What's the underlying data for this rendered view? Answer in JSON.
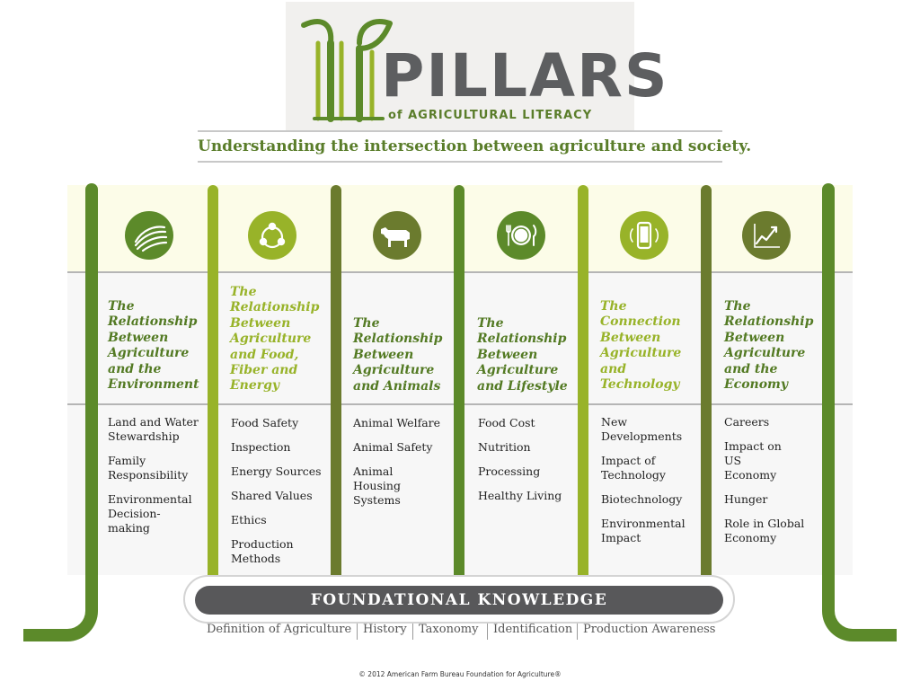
{
  "header": {
    "logo_title": "PILLARS",
    "logo_subtitle": "of AGRICULTURAL LITERACY",
    "tagline": "Understanding the intersection between agriculture and society."
  },
  "colors": {
    "dark_green": "#5c8a2a",
    "olive_green": "#6b7b2e",
    "lime_green": "#98b329",
    "text_green": "#537a23",
    "foundation_gray": "#58585a",
    "logo_gray": "#5d5e60"
  },
  "pillars": [
    {
      "icon": "farmland-icon",
      "icon_color": "#5c8a2a",
      "title": "The Relationship Between Agriculture and the Environment",
      "items": [
        "Land and Water Stewardship",
        "Family Responsibility",
        "Environmental Decision-making"
      ]
    },
    {
      "icon": "cycle-icon",
      "icon_color": "#98b329",
      "title": "The Relationship Between Agriculture and Food, Fiber and Energy",
      "items": [
        "Food Safety",
        "Inspection",
        "Energy Sources",
        "Shared Values",
        "Ethics",
        "Production Methods"
      ]
    },
    {
      "icon": "cow-icon",
      "icon_color": "#6b7b2e",
      "title": "The Relationship Between Agriculture and Animals",
      "items": [
        "Animal Welfare",
        "Animal Safety",
        "Animal Housing Systems"
      ]
    },
    {
      "icon": "plate-icon",
      "icon_color": "#5c8a2a",
      "title": "The Relationship Between Agriculture and Lifestyle",
      "items": [
        "Food Cost",
        "Nutrition",
        "Processing",
        "Healthy Living"
      ]
    },
    {
      "icon": "phone-icon",
      "icon_color": "#98b329",
      "title": "The Connection Between Agriculture and Technology",
      "items": [
        "New Developments",
        "Impact of Technology",
        "Biotechnology",
        "Environmental Impact"
      ]
    },
    {
      "icon": "chart-icon",
      "icon_color": "#6b7b2e",
      "title": "The Relationship Between Agriculture and the Economy",
      "items": [
        "Careers",
        "Impact on US Economy",
        "Hunger",
        "Role in Global Economy"
      ]
    }
  ],
  "foundation": {
    "title": "FOUNDATIONAL KNOWLEDGE",
    "items": [
      "Definition of Agriculture",
      "History",
      "Taxonomy",
      "Identification",
      "Production Awareness"
    ]
  },
  "footer": {
    "copyright": "© 2012 American Farm Bureau Foundation for Agriculture®"
  }
}
